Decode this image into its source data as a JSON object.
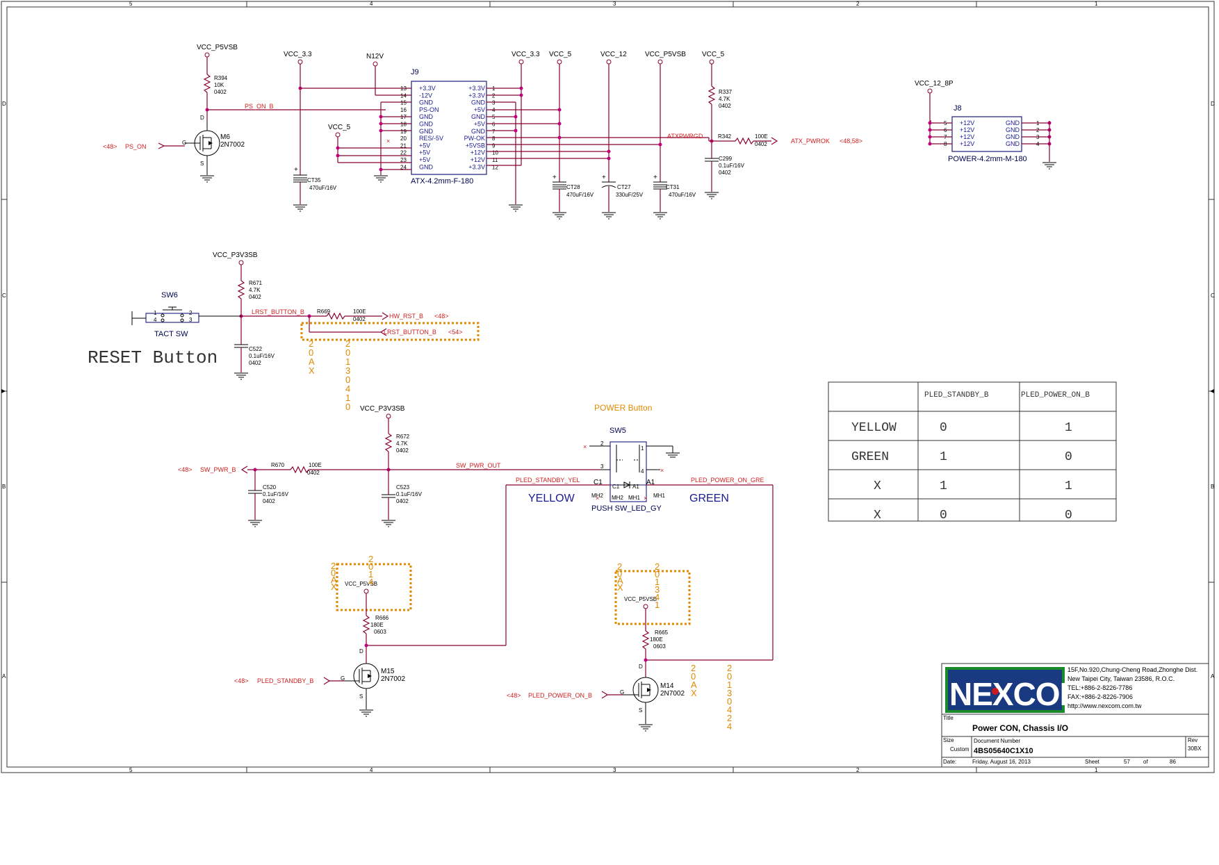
{
  "frame": {
    "col_markers": [
      "5",
      "4",
      "3",
      "2",
      "1"
    ],
    "row_markers": [
      "D",
      "C",
      "B",
      "A"
    ]
  },
  "nets": {
    "vcc_p5vsb": "VCC_P5VSB",
    "vcc_3_3": "VCC_3.3",
    "n12v": "N12V",
    "vcc_5": "VCC_5",
    "vcc_12": "VCC_12",
    "vcc_12_8p": "VCC_12_8P",
    "vcc_p3v3sb": "VCC_P3V3SB",
    "ps_on_b": "PS_ON_B",
    "atxpwrgd": "ATXPWRGD",
    "lrst_button_b": "LRST_BUTTON_B",
    "sw_pwr_out": "SW_PWR_OUT",
    "pled_standby_yel": "PLED_STANDBY_YEL",
    "pled_power_on_gre": "PLED_POWER_ON_GRE"
  },
  "offpage": {
    "ps_on": {
      "ref": "<48>",
      "name": "PS_ON"
    },
    "atx_pwrok": {
      "ref": "<48,58>",
      "name": "ATX_PWROK"
    },
    "hw_rst": {
      "ref": "<48>",
      "name": "HW_RST_B"
    },
    "lrst_button": {
      "ref": "<54>",
      "name": "LRST_BUTTON_B"
    },
    "sw_pwr": {
      "ref": "<48>",
      "name": "SW_PWR_B"
    },
    "pled_standby": {
      "ref": "<48>",
      "name": "PLED_STANDBY_B"
    },
    "pled_power_on": {
      "ref": "<48>",
      "name": "PLED_POWER_ON_B"
    }
  },
  "components": {
    "r394": {
      "ref": "R394",
      "val": "10K",
      "pkg": "0402"
    },
    "m6": {
      "ref": "M6",
      "val": "2N7002"
    },
    "ct35": {
      "ref": "CT35",
      "val": "470uF/16V"
    },
    "j9": {
      "ref": "J9",
      "part": "ATX-4.2mm-F-180",
      "left_pins": [
        "13",
        "14",
        "15",
        "16",
        "17",
        "18",
        "19",
        "20",
        "21",
        "22",
        "23",
        "24"
      ],
      "left_labels": [
        "+3.3V",
        "-12V",
        "GND",
        "PS-ON",
        "GND",
        "GND",
        "GND",
        "RES/-5V",
        "+5V",
        "+5V",
        "+5V",
        "GND"
      ],
      "right_pins": [
        "1",
        "2",
        "3",
        "4",
        "5",
        "6",
        "7",
        "8",
        "9",
        "10",
        "11",
        "12"
      ],
      "right_labels": [
        "+3.3V",
        "+3.3V",
        "GND",
        "+5V",
        "GND",
        "+5V",
        "GND",
        "PW-OK",
        "+5VSB",
        "+12V",
        "+12V",
        "+3.3V"
      ]
    },
    "ct28": {
      "ref": "CT28",
      "val": "470uF/16V"
    },
    "ct27": {
      "ref": "CT27",
      "val": "330uF/25V"
    },
    "ct31": {
      "ref": "CT31",
      "val": "470uF/16V"
    },
    "r337": {
      "ref": "R337",
      "val": "4.7K",
      "pkg": "0402"
    },
    "r342": {
      "ref": "R342",
      "val": "100E",
      "pkg": "0402"
    },
    "c299": {
      "ref": "C299",
      "val": "0.1uF/16V",
      "pkg": "0402"
    },
    "j8": {
      "ref": "J8",
      "part": "POWER-4.2mm-M-180",
      "left_pins": [
        "5",
        "6",
        "7",
        "8"
      ],
      "left_labels": [
        "+12V",
        "+12V",
        "+12V",
        "+12V"
      ],
      "right_pins": [
        "1",
        "2",
        "3",
        "4"
      ],
      "right_labels": [
        "GND",
        "GND",
        "GND",
        "GND"
      ]
    },
    "sw6": {
      "ref": "SW6",
      "part": "TACT SW",
      "pins": [
        "1",
        "2",
        "4",
        "3"
      ]
    },
    "r671": {
      "ref": "R671",
      "val": "4.7K",
      "pkg": "0402"
    },
    "r669": {
      "ref": "R669",
      "val": "100E",
      "pkg": "0402"
    },
    "c522": {
      "ref": "C522",
      "val": "0.1uF/16V",
      "pkg": "0402"
    },
    "r672": {
      "ref": "R672",
      "val": "4.7K",
      "pkg": "0402"
    },
    "r670": {
      "ref": "R670",
      "val": "100E",
      "pkg": "0402"
    },
    "c520": {
      "ref": "C520",
      "val": "0.1uF/16V",
      "pkg": "0402"
    },
    "c523": {
      "ref": "C523",
      "val": "0.1uF/16V",
      "pkg": "0402"
    },
    "sw5": {
      "ref": "SW5",
      "part": "PUSH SW_LED_GY",
      "pins": [
        "2",
        "1",
        "3",
        "4"
      ],
      "leds": [
        "C1",
        "A1",
        "C1",
        "A1"
      ],
      "mh": [
        "MH2",
        "MH1",
        "MH2",
        "MH1"
      ]
    },
    "r666": {
      "ref": "R666",
      "val": "180E",
      "pkg": "0603"
    },
    "m15": {
      "ref": "M15",
      "val": "2N7002"
    },
    "r665": {
      "ref": "R665",
      "val": "180E",
      "pkg": "0603"
    },
    "m14": {
      "ref": "M14",
      "val": "2N7002"
    }
  },
  "mosfet_pins": [
    "D",
    "G",
    "S"
  ],
  "annotations": {
    "reset_button": "RESET Button",
    "power_button": "POWER Button",
    "yellow": "YELLOW",
    "green": "GREEN",
    "rev_a": [
      "2",
      "0",
      "A",
      "X"
    ],
    "rev_b1": [
      "2",
      "0",
      "1",
      "3",
      "0",
      "4",
      "1",
      "0"
    ],
    "rev_c1": [
      "2",
      "0",
      "A",
      "X"
    ],
    "rev_c2": [
      "2",
      "0",
      "1",
      "4"
    ],
    "rev_d1": [
      "2",
      "0",
      "A",
      "X"
    ],
    "rev_d2": [
      "2",
      "0",
      "1",
      "3",
      "4",
      "1"
    ],
    "rev_e1": [
      "2",
      "0",
      "A",
      "X"
    ],
    "rev_e2": [
      "2",
      "0",
      "1",
      "3",
      "0",
      "4",
      "2",
      "4"
    ]
  },
  "led_table": {
    "headers": [
      "",
      "PLED_STANDBY_B",
      "PLED_POWER_ON_B"
    ],
    "rows": [
      [
        "YELLOW",
        "0",
        "1"
      ],
      [
        "GREEN",
        "1",
        "0"
      ],
      [
        "X",
        "1",
        "1"
      ],
      [
        "X",
        "0",
        "0"
      ]
    ]
  },
  "title_block": {
    "logo": "NEXCOM",
    "address": [
      "15F,No.920,Chung-Cheng Road,Zhonghe Dist.",
      "New Taipei City, Taiwan 23586, R.O.C.",
      "TEL:+886-2-8226-7786",
      "FAX:+886-2-8226-7906",
      "http://www.nexcom.com.tw"
    ],
    "title_label": "Title",
    "title": "Power CON, Chassis I/O",
    "size_label": "Size",
    "size": "Custom",
    "docnum_label": "Document Number",
    "docnum": "4BS05640C1X10",
    "rev_label": "Rev",
    "rev": "30BX",
    "date_label": "Date:",
    "date": "Friday, August 16, 2013",
    "sheet_label": "Sheet",
    "sheet": "57",
    "of_label": "of",
    "total": "86",
    "brand_colors": {
      "green": "#1a8a2a",
      "blue": "#1a2a90",
      "red": "#cc1a1a"
    }
  }
}
